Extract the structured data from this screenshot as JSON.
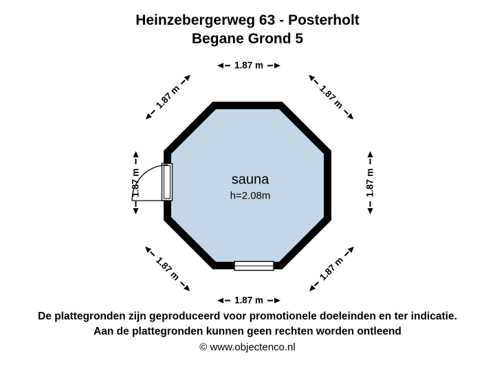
{
  "title": {
    "line1": "Heinzebergerweg 63 - Posterholt",
    "line2": "Begane Grond 5"
  },
  "room": {
    "name": "sauna",
    "height": "h=2.08m"
  },
  "dimensions": {
    "top": "1.87 m",
    "top_left": "1.87 m",
    "top_right": "1.87 m",
    "left": "1.87 m",
    "right": "1.87 m",
    "bottom_left": "1.87 m",
    "bottom_right": "1.87 m",
    "bottom": "1.87 m"
  },
  "footer": {
    "line1": "De plattegronden zijn geproduceerd voor promotionele doeleinden en ter indicatie.",
    "line2": "Aan de plattegronden kunnen geen rechten worden ontleend",
    "line3": "© www.objectenco.nl"
  },
  "colors": {
    "wall": "#000000",
    "floor": "#c4d7e9",
    "background": "#ffffff"
  }
}
